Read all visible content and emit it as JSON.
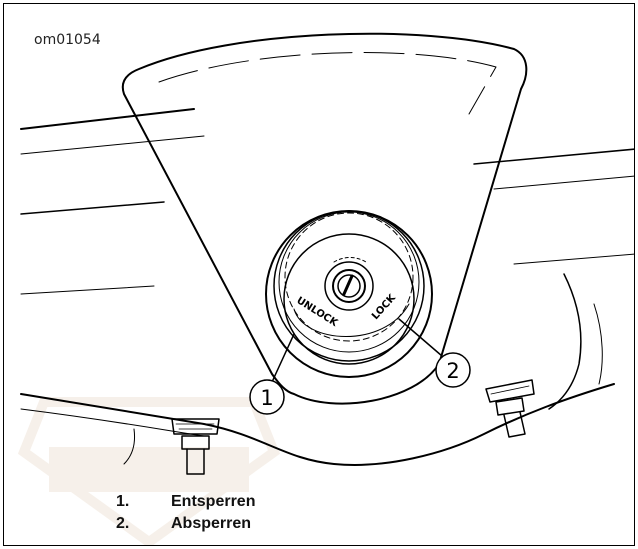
{
  "figure": {
    "id": "om01054",
    "dial_labels": {
      "unlock": "UNLOCK",
      "lock": "LOCK"
    },
    "callouts": [
      {
        "number": "1"
      },
      {
        "number": "2"
      }
    ]
  },
  "legend": [
    {
      "number": "1.",
      "label": "Entsperren"
    },
    {
      "number": "2.",
      "label": "Absperren"
    }
  ]
}
